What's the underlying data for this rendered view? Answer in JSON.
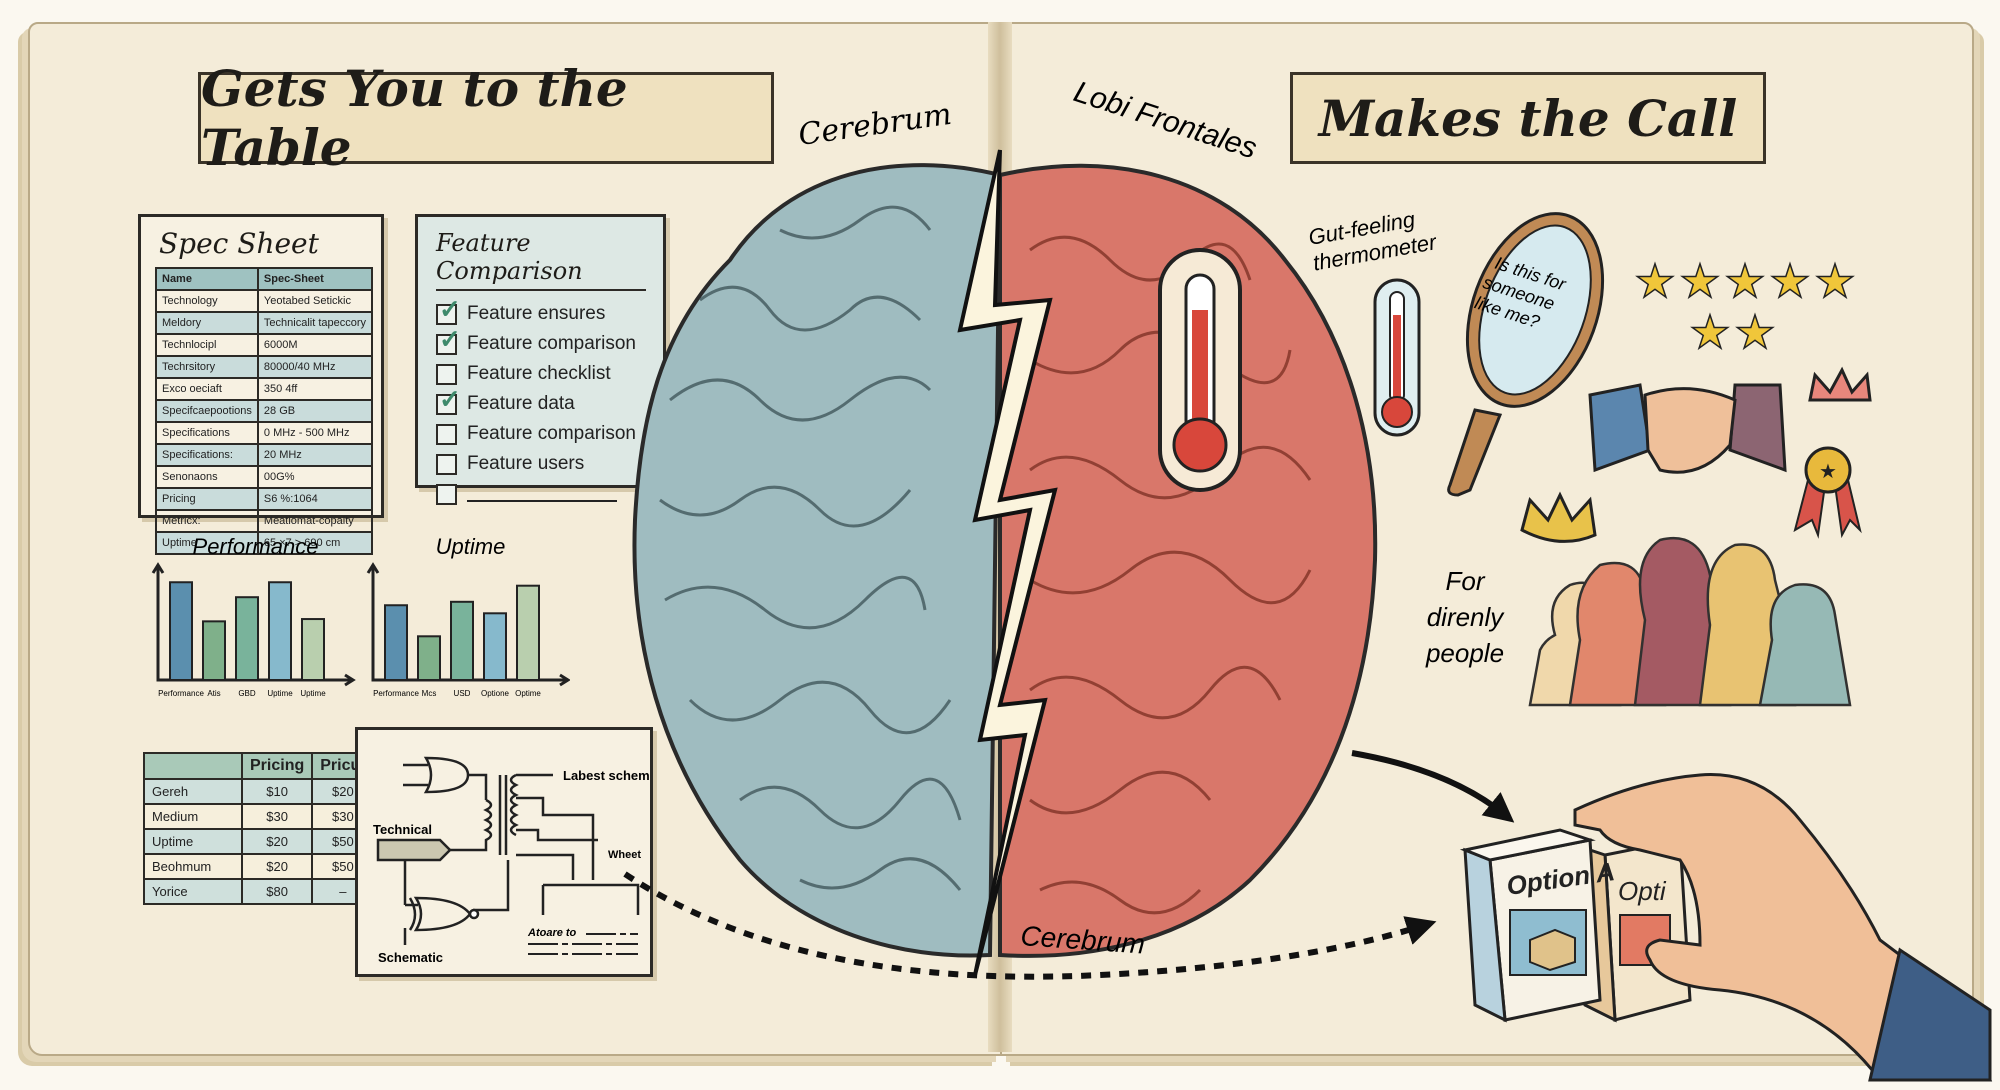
{
  "left_page": {
    "banner": "Gets You to the Table",
    "spec_sheet": {
      "title": "Spec Sheet",
      "rows": [
        [
          "Name",
          "Spec-Sheet"
        ],
        [
          "Technology",
          "Yeotabed Setickic"
        ],
        [
          "Meldory",
          "Technicalit tapeccory"
        ],
        [
          "Technlocipl",
          "6000M"
        ],
        [
          "Techrsitory",
          "80000/40 MHz"
        ],
        [
          "Exco oeciaft",
          "350 4ff"
        ],
        [
          "Specifcaepootions",
          "28 GB"
        ],
        [
          "Specifications",
          "0 MHz - 500 MHz"
        ],
        [
          "Specifications:",
          "20 MHz"
        ],
        [
          "Senonaons",
          "00G%"
        ],
        [
          "Pricing",
          "S6 %:1064"
        ],
        [
          "Metricx:",
          "Meatiomat-copalty"
        ],
        [
          "Uptime",
          "65 ×7 > 690 cm"
        ]
      ]
    },
    "feature_comparison": {
      "title": "Feature Comparison",
      "items": [
        {
          "label": "Feature ensures",
          "checked": true
        },
        {
          "label": "Feature comparison",
          "checked": true
        },
        {
          "label": "Feature checklist",
          "checked": false
        },
        {
          "label": "Feature data",
          "checked": true
        },
        {
          "label": "Feature comparison",
          "checked": false
        },
        {
          "label": "Feature users",
          "checked": false
        },
        {
          "label": "",
          "checked": false
        }
      ]
    },
    "pricing_table": {
      "header": [
        "",
        "Pricing",
        "Pricut"
      ],
      "rows": [
        [
          "Gereh",
          "$10",
          "$20"
        ],
        [
          "Medium",
          "$30",
          "$30"
        ],
        [
          "Uptime",
          "$20",
          "$50"
        ],
        [
          "Beohmum",
          "$20",
          "$50"
        ],
        [
          "Yorice",
          "$80",
          "–"
        ]
      ]
    },
    "schematic": {
      "label_output": "Labest schematics",
      "label_technical": "Technical",
      "label_wheel": "Wheet",
      "label_schematic": "Schematic",
      "label_note": "Atoare to"
    }
  },
  "brain": {
    "label_top": "Cerebrum",
    "label_frontal": "Lobi Frontales",
    "label_bottom": "Cerebrum",
    "left_color": "#9fbcc0",
    "right_color": "#d9776a"
  },
  "right_page": {
    "banner": "Makes the Call",
    "thermometer_label": "Gut-feeling thermometer",
    "mirror_text": "Is this for someone like me?",
    "stars_top_row": 5,
    "stars_bottom_row": 2,
    "people_label": "For direnly people",
    "box_a_label": "Option A",
    "box_b_label": "Opti"
  },
  "chart_data": [
    {
      "type": "bar",
      "title": "Performance",
      "categories": [
        "Performance",
        "Atis",
        "GBD",
        "Uptime",
        "Uptime"
      ],
      "values": [
        85,
        51,
        72,
        85,
        53
      ],
      "ylim": [
        0,
        100
      ],
      "colors": [
        "#5b8fae",
        "#7fb08a",
        "#79b39b",
        "#86b9cc",
        "#b9cfae"
      ],
      "grid": false
    },
    {
      "type": "bar",
      "title": "Uptime",
      "categories": [
        "Performance",
        "Mcs",
        "USD",
        "Optione",
        "Optime"
      ],
      "values": [
        65,
        38,
        68,
        58,
        82
      ],
      "ylim": [
        0,
        100
      ],
      "colors": [
        "#5b8fae",
        "#7fb08a",
        "#79b39b",
        "#86b9cc",
        "#b9cfae"
      ],
      "grid": false
    }
  ]
}
